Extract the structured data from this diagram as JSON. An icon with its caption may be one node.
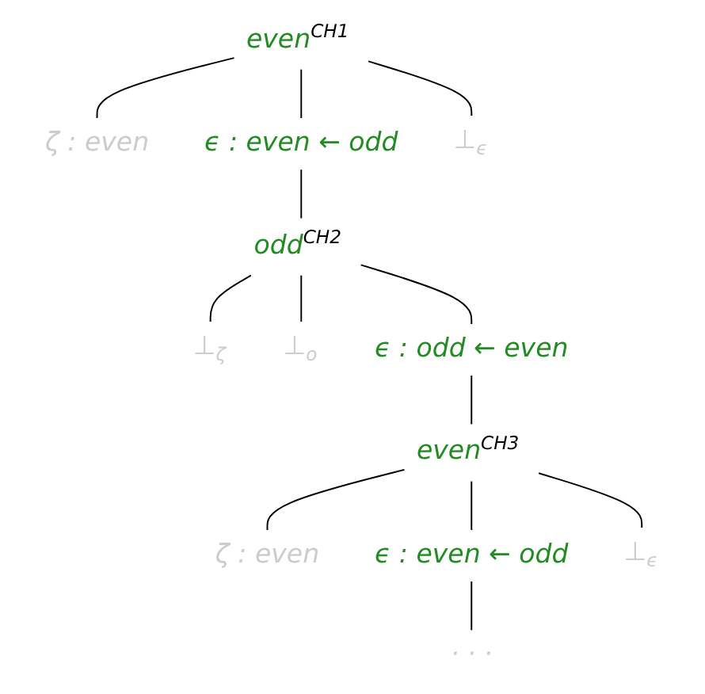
{
  "diagram": {
    "nodes": [
      {
        "text": [
          "even$^{CH1}$"
        ]
      },
      {
        "text": [
          "ζ : even"
        ]
      },
      {
        "text": [
          "ϵ : even ← odd"
        ]
      },
      {
        "text": [
          "⊥$_{ϵ}$"
        ]
      },
      {
        "text": [
          "odd$^{CH2}$"
        ]
      },
      {
        "text": [
          "⊥$_{ζ}$"
        ]
      },
      {
        "text": [
          "⊥$_{o}$"
        ]
      },
      {
        "text": [
          "ϵ : odd ← even"
        ]
      },
      {
        "text": [
          "even$^{CH3}$"
        ]
      },
      {
        "text": [
          "ζ : even"
        ]
      },
      {
        "text": [
          "ϵ : even ← odd"
        ]
      },
      {
        "text": [
          "⊥$_{ϵ}$"
        ]
      },
      {
        "text": [
          "· · ·"
        ]
      }
    ],
    "edges": [
      {
        "from": 0,
        "to": 1,
        "arrow": "none"
      },
      {
        "from": 0,
        "to": 2,
        "arrow": "none"
      },
      {
        "from": 0,
        "to": 3,
        "arrow": "none"
      },
      {
        "from": 2,
        "to": 4,
        "arrow": "none"
      },
      {
        "from": 4,
        "to": 5,
        "arrow": "none"
      },
      {
        "from": 4,
        "to": 6,
        "arrow": "none"
      },
      {
        "from": 4,
        "to": 7,
        "arrow": "none"
      },
      {
        "from": 7,
        "to": 8,
        "arrow": "none"
      },
      {
        "from": 8,
        "to": 9,
        "arrow": "none"
      },
      {
        "from": 8,
        "to": 10,
        "arrow": "none"
      },
      {
        "from": 8,
        "to": 11,
        "arrow": "none"
      },
      {
        "from": 10,
        "to": 12,
        "arrow": "none"
      }
    ]
  }
}
